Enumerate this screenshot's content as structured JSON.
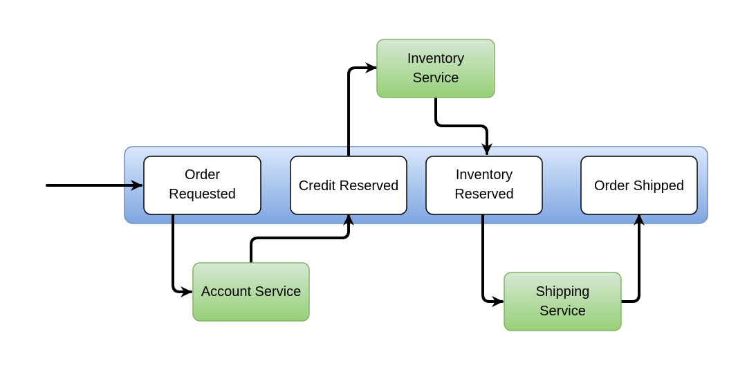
{
  "diagram": {
    "colors": {
      "pipeline_fill_top": "#dae8fc",
      "pipeline_fill_bottom": "#7ea6e0",
      "pipeline_stroke": "#6c8ebf",
      "state_fill": "#ffffff",
      "state_stroke": "#000000",
      "service_fill_top": "#d5e8d4",
      "service_fill_bottom": "#97d077",
      "service_stroke": "#82b366",
      "arrow": "#000000"
    },
    "states": {
      "order_requested": {
        "line1": "Order",
        "line2": "Requested"
      },
      "credit_reserved": {
        "line1": "Credit Reserved"
      },
      "inventory_reserved": {
        "line1": "Inventory",
        "line2": "Reserved"
      },
      "order_shipped": {
        "line1": "Order Shipped"
      }
    },
    "services": {
      "account": {
        "line1": "Account Service"
      },
      "inventory": {
        "line1": "Inventory",
        "line2": "Service"
      },
      "shipping": {
        "line1": "Shipping",
        "line2": "Service"
      }
    }
  }
}
